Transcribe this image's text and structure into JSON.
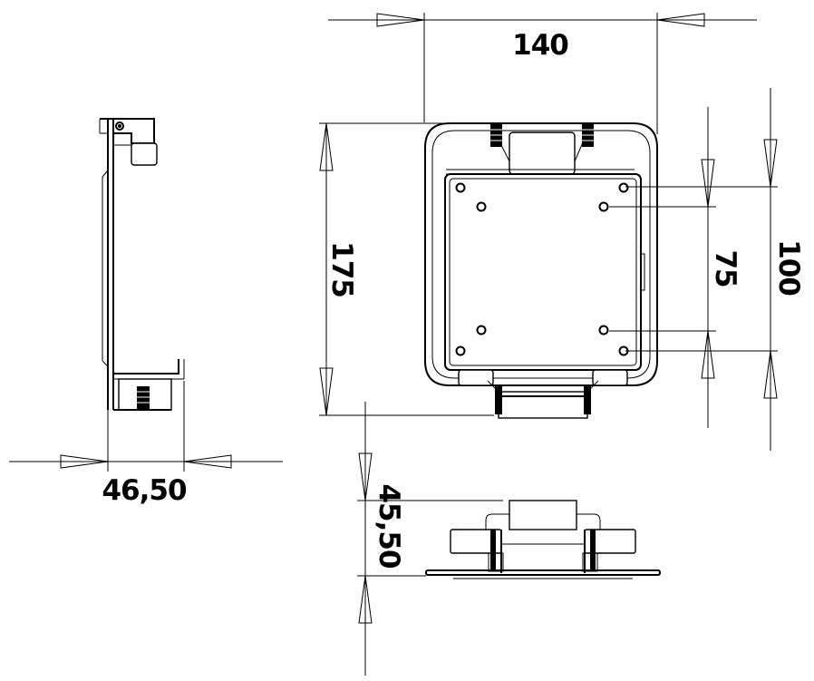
{
  "dimensions": {
    "width_top": "140",
    "height_left": "175",
    "hole_spacing_inner": "75",
    "hole_spacing_outer": "100",
    "side_depth": "46,50",
    "bottom_depth": "45,50"
  }
}
